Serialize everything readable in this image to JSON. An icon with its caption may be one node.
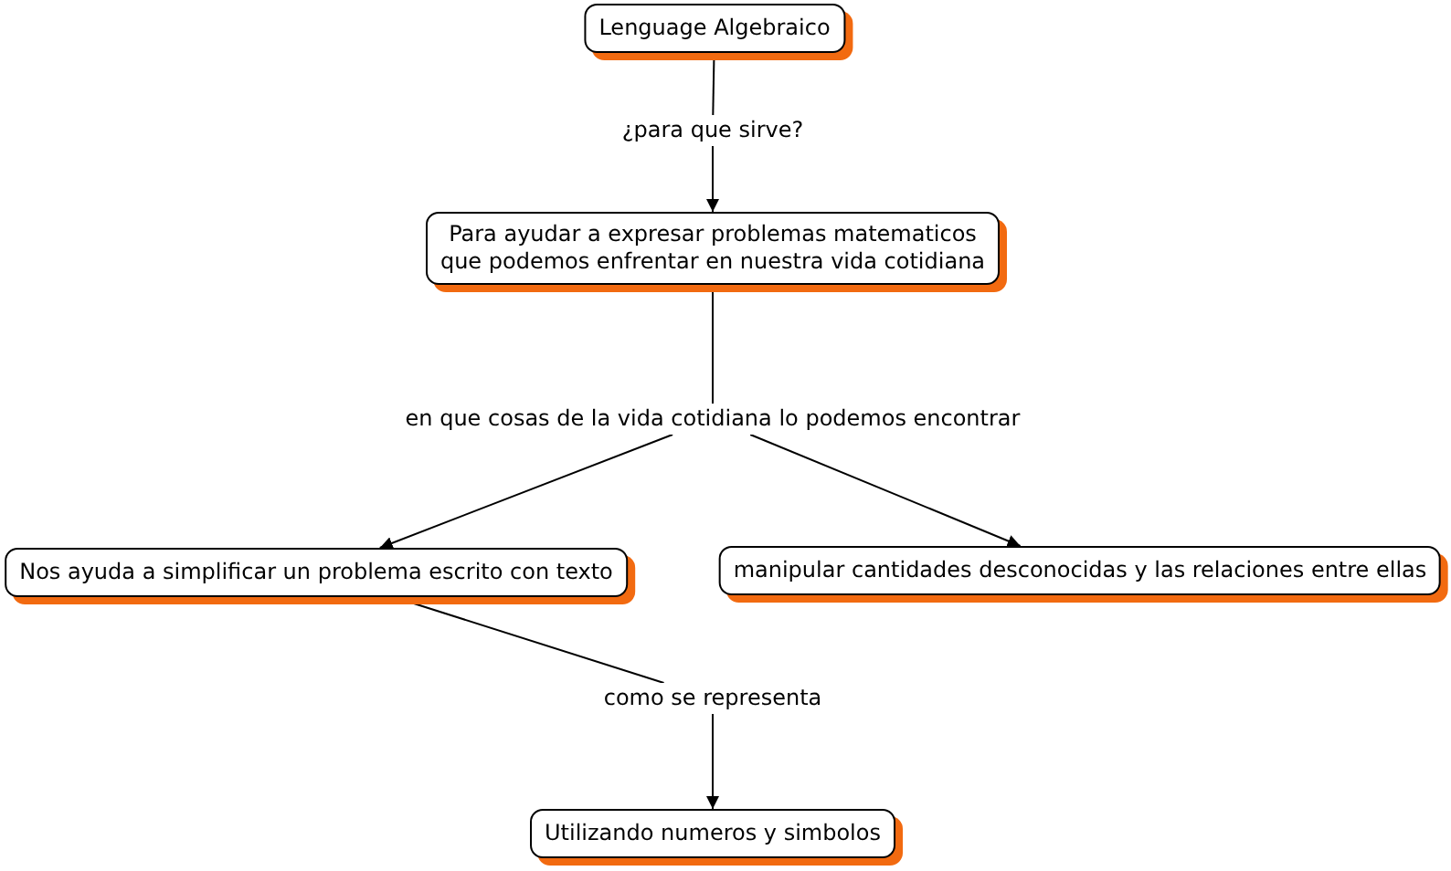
{
  "diagram": {
    "nodes": [
      {
        "text": [
          "Lenguage Algebraico"
        ]
      },
      {
        "text": [
          "¿para que sirve?"
        ]
      },
      {
        "text": [
          "Para ayudar a expresar problemas matematicos que podemos enfrentar en nuestra vida cotidiana"
        ]
      },
      {
        "text": [
          "en que cosas de la vida cotidiana lo podemos encontrar"
        ]
      },
      {
        "text": [
          "Nos ayuda a simplificar un problema escrito con texto"
        ]
      },
      {
        "text": [
          "manipular cantidades desconocidas y las relaciones entre ellas"
        ]
      },
      {
        "text": [
          "como se representa"
        ]
      },
      {
        "text": [
          "Utilizando numeros y simbolos"
        ]
      }
    ],
    "edges": [
      {
        "from": 0,
        "to": 1,
        "arrow": "none"
      },
      {
        "from": 1,
        "to": 2,
        "arrow": "to"
      },
      {
        "from": 2,
        "to": 3,
        "arrow": "none"
      },
      {
        "from": 3,
        "to": 4,
        "arrow": "to"
      },
      {
        "from": 3,
        "to": 5,
        "arrow": "to"
      },
      {
        "from": 4,
        "to": 6,
        "arrow": "none"
      },
      {
        "from": 6,
        "to": 7,
        "arrow": "to"
      }
    ]
  }
}
